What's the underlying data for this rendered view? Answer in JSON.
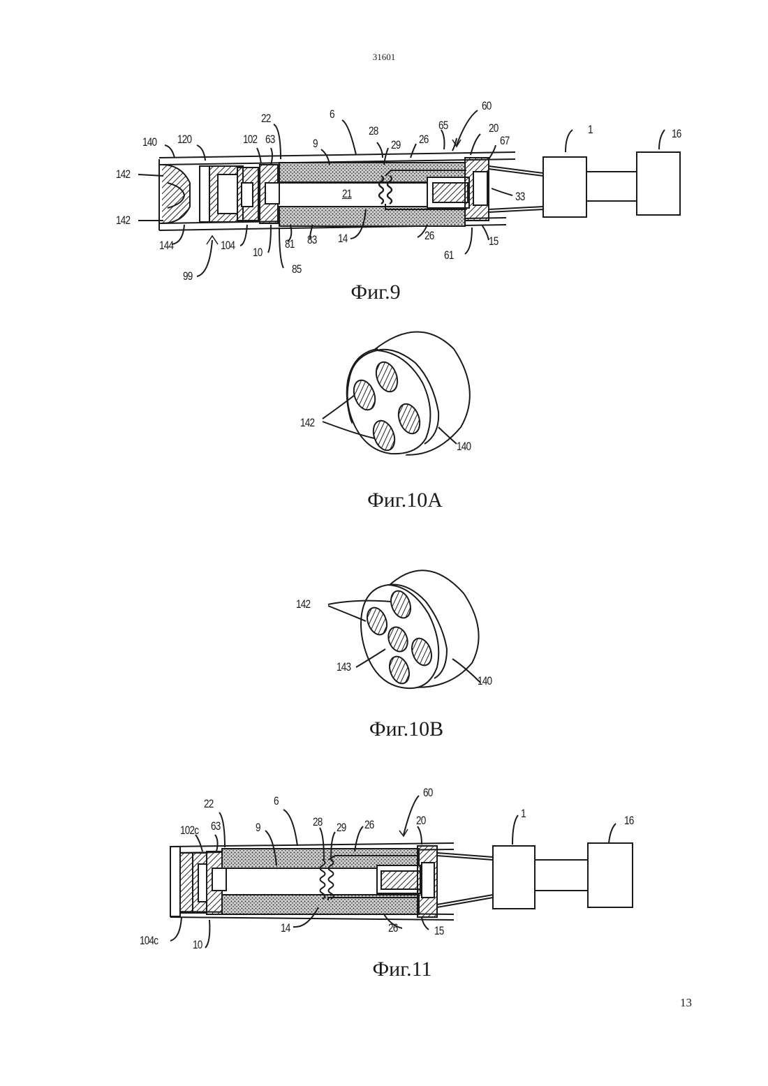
{
  "header": {
    "document_number": "31601",
    "page_number": "13"
  },
  "figures": {
    "fig9": {
      "caption": "Фиг.9",
      "labels": {
        "l140": "140",
        "l120": "120",
        "l102": "102",
        "l63": "63",
        "l22": "22",
        "l6": "6",
        "l9": "9",
        "l28": "28",
        "l29": "29",
        "l26a": "26",
        "l65": "65",
        "l60": "60",
        "l20": "20",
        "l67": "67",
        "l1": "1",
        "l16": "16",
        "l142a": "142",
        "l142b": "142",
        "l21": "21",
        "l33": "33",
        "l144": "144",
        "l104": "104",
        "l10": "10",
        "l81": "81",
        "l83": "83",
        "l14": "14",
        "l26b": "26",
        "l15": "15",
        "l61": "61",
        "l99": "99",
        "l85": "85"
      }
    },
    "fig10a": {
      "caption": "Фиг.10А",
      "labels": {
        "l142": "142",
        "l140": "140"
      }
    },
    "fig10b": {
      "caption": "Фиг.10В",
      "labels": {
        "l142": "142",
        "l143": "143",
        "l140": "140"
      }
    },
    "fig11": {
      "caption": "Фиг.11",
      "labels": {
        "l22": "22",
        "l6": "6",
        "l60": "60",
        "l102c": "102c",
        "l63": "63",
        "l9": "9",
        "l28": "28",
        "l29": "29",
        "l26a": "26",
        "l20": "20",
        "l1": "1",
        "l16": "16",
        "l104c": "104c",
        "l10": "10",
        "l14": "14",
        "l26b": "26",
        "l15": "15"
      }
    }
  }
}
